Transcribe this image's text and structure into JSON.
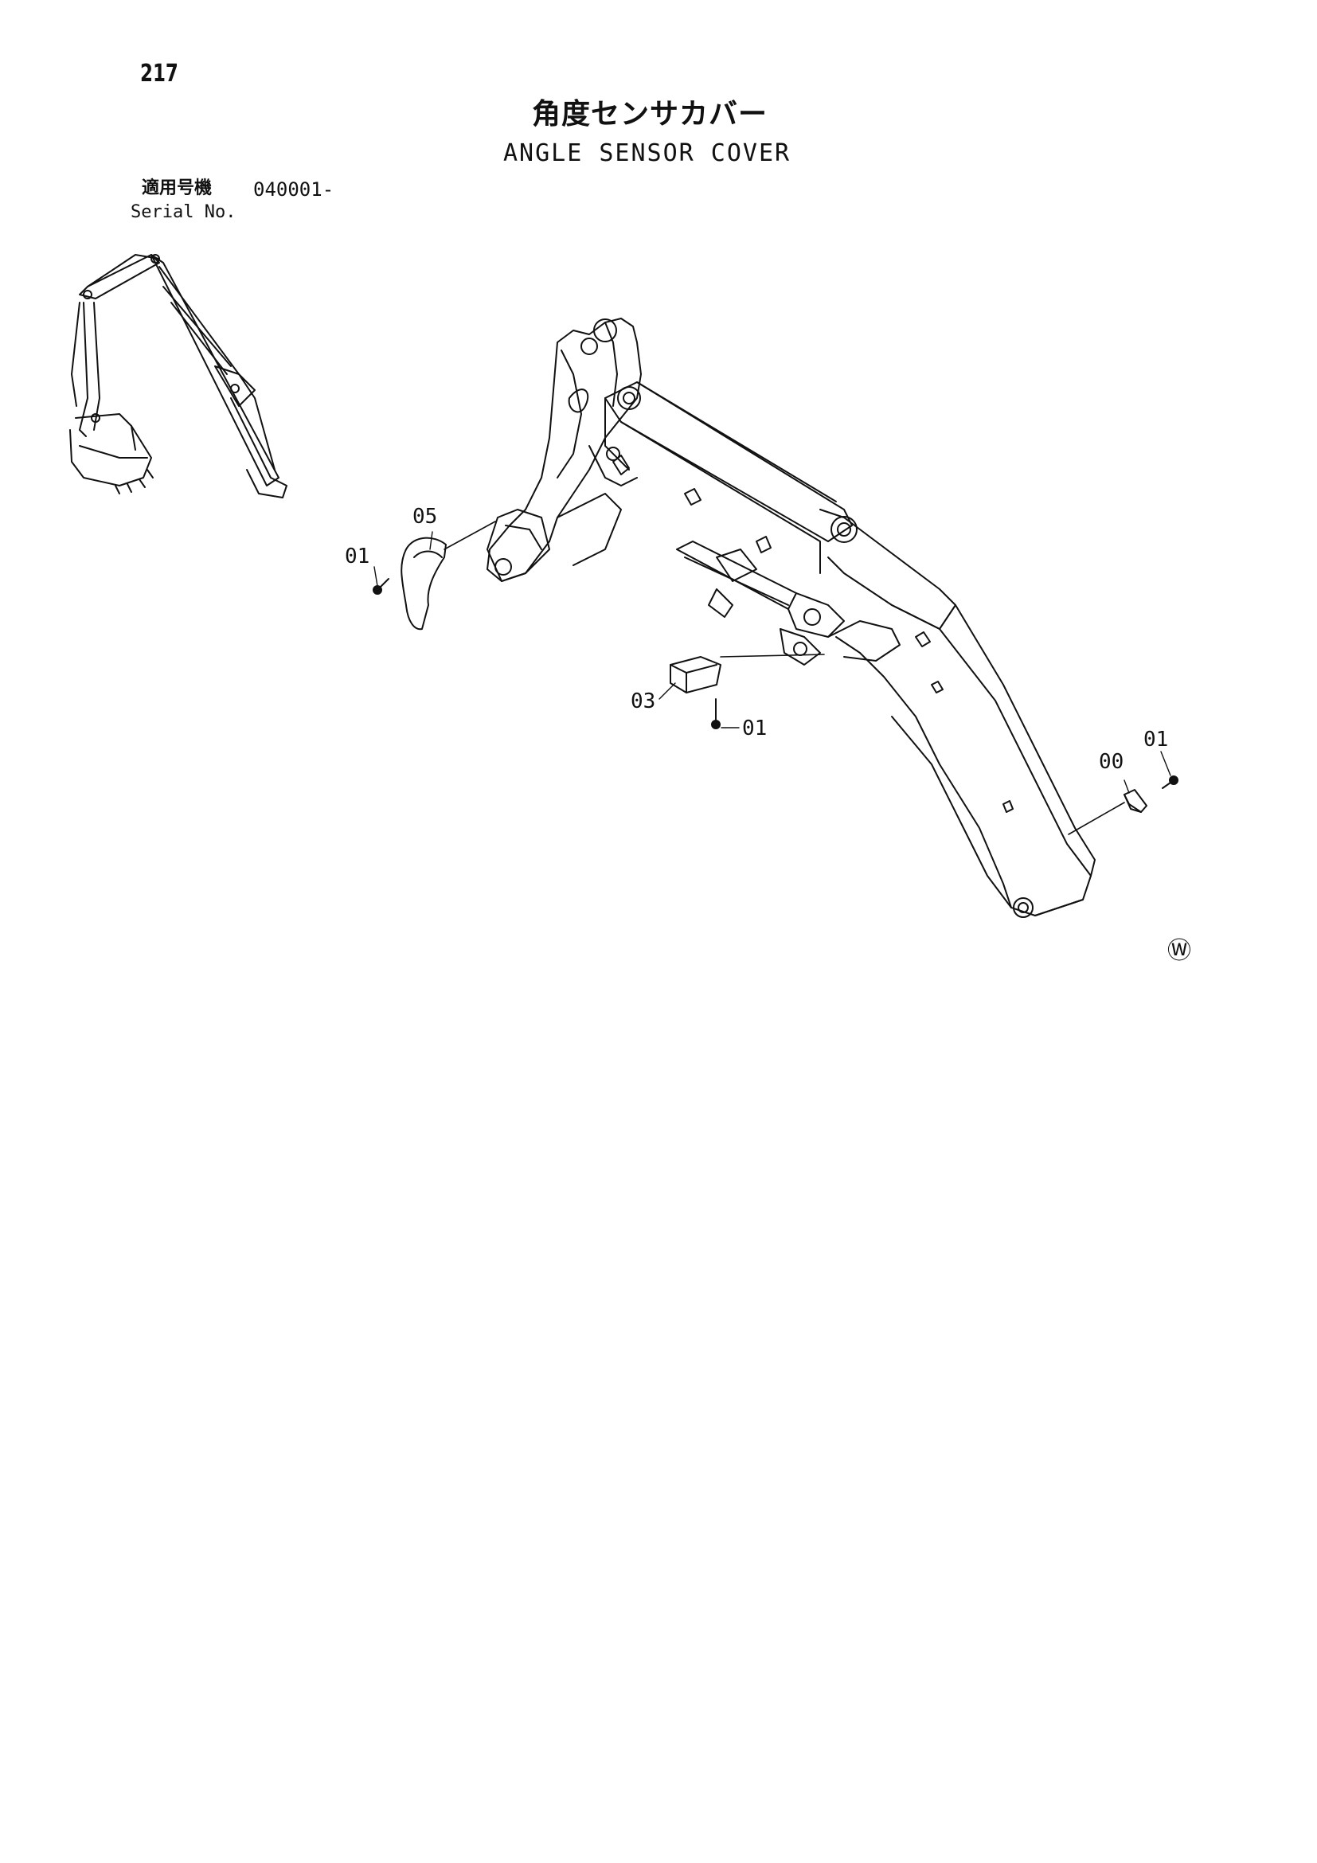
{
  "page": {
    "number": "217",
    "title_jp": "角度センサカバー",
    "title_en": "ANGLE SENSOR COVER",
    "serial_label_jp": "適用号機",
    "serial_value": "040001-",
    "serial_label_en": "Serial No."
  },
  "callouts": [
    {
      "id": "c05",
      "label": "05"
    },
    {
      "id": "c01a",
      "label": "01"
    },
    {
      "id": "c03",
      "label": "03"
    },
    {
      "id": "c01b",
      "label": "01"
    },
    {
      "id": "c00",
      "label": "00"
    },
    {
      "id": "c01c",
      "label": "01"
    }
  ],
  "mark": {
    "label": "Ⓦ"
  }
}
